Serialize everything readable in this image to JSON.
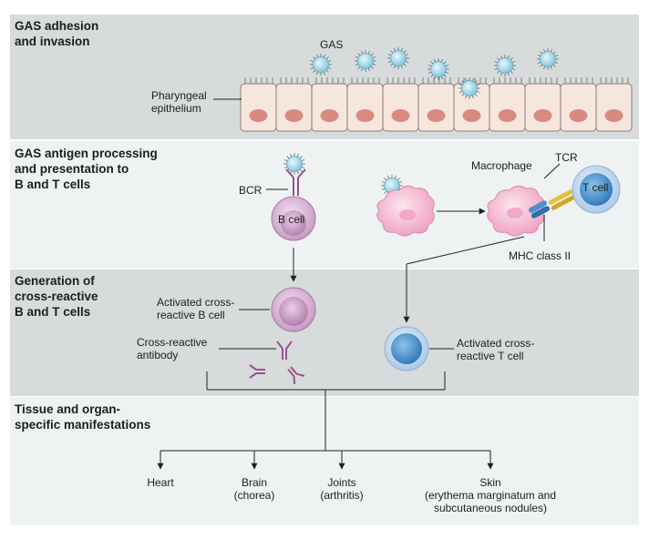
{
  "sections": [
    {
      "title": "GAS adhesion\nand invasion"
    },
    {
      "title": "GAS antigen processing\nand presentation to\nB and T cells"
    },
    {
      "title": "Generation of\ncross-reactive\nB and T cells"
    },
    {
      "title": "Tissue and organ-\nspecific manifestations"
    }
  ],
  "labels": {
    "gas": "GAS",
    "pharyngeal_epithelium": "Pharyngeal\nepithelium",
    "bcr": "BCR",
    "b_cell": "B cell",
    "macrophage": "Macrophage",
    "tcr": "TCR",
    "t_cell": "T cell",
    "mhc_class_ii": "MHC class II",
    "activated_b_cell": "Activated cross-\nreactive B cell",
    "cross_reactive_antibody": "Cross-reactive\nantibody",
    "activated_t_cell": "Activated cross-\nreactive T cell"
  },
  "manifestations": [
    {
      "label": "Heart"
    },
    {
      "label": "Brain\n(chorea)"
    },
    {
      "label": "Joints\n(arthritis)"
    },
    {
      "label": "Skin\n(erythema marginatum and\nsubcutaneous nodules)"
    }
  ],
  "colors": {
    "band_dark": "#d7dbdb",
    "band_light": "#eff2f2",
    "epithelium_cell": "#f6e6de",
    "nucleus": "#d98a80",
    "bacteria": "#8fd0e6",
    "b_cell": "#c99ac6",
    "macrophage": "#f6c6d8",
    "t_cell": "#4f96cc",
    "antibody": "#9a4f8f",
    "tcr": "#e8bf3a",
    "mhc": "#4a8fd0"
  }
}
